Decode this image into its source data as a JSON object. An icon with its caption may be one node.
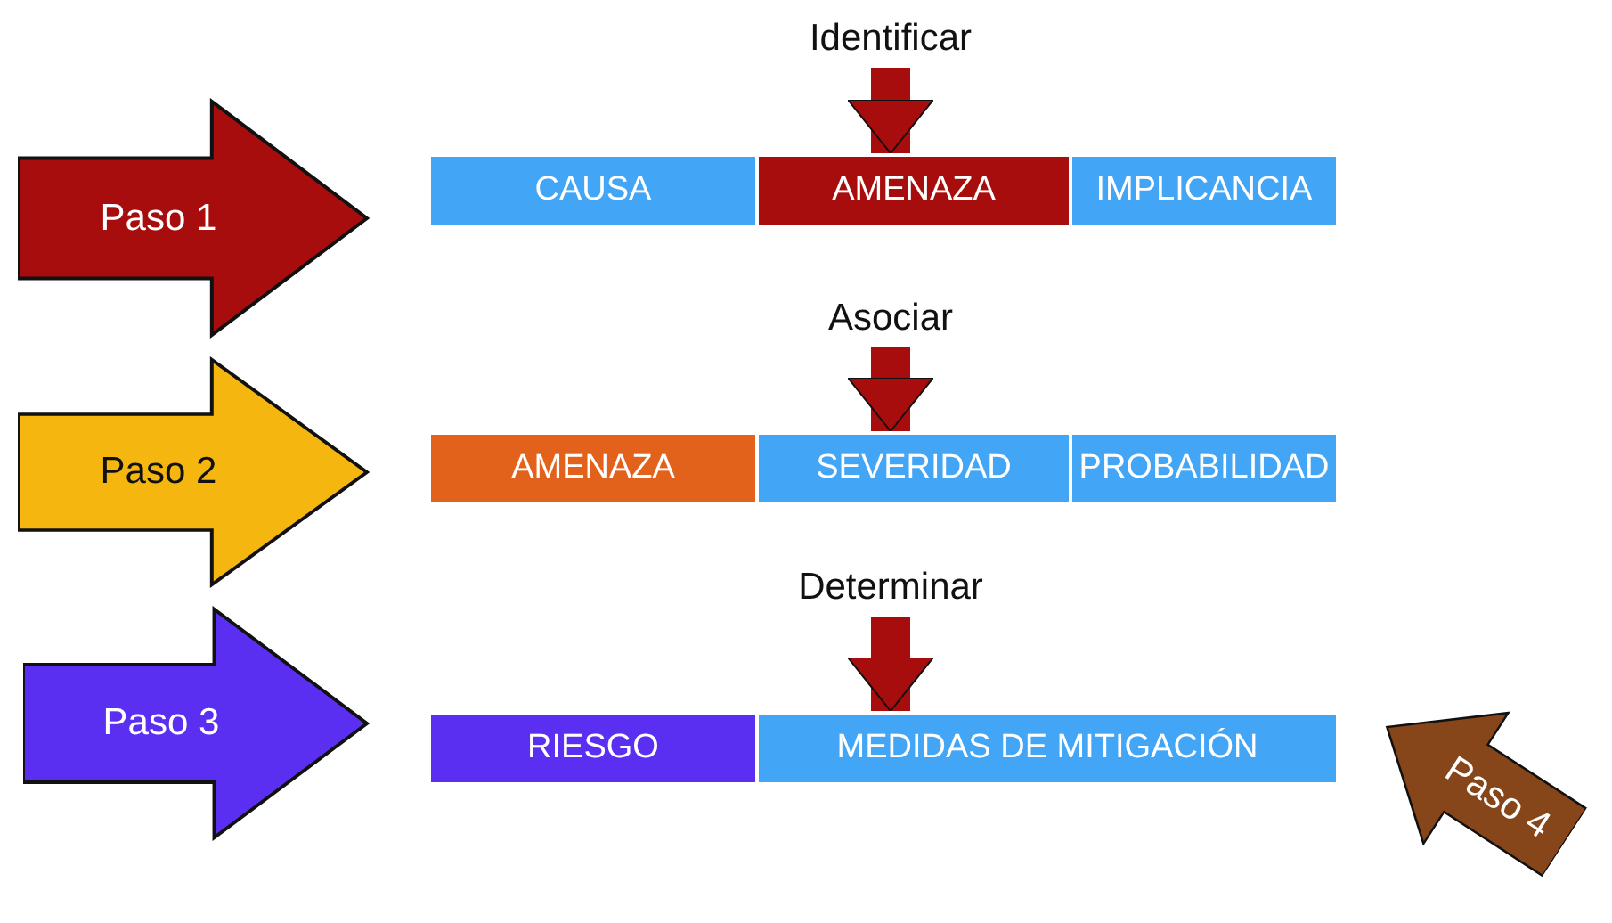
{
  "diagram": {
    "nodes": [
      {
        "text": [
          "Paso 1"
        ]
      },
      {
        "text": [
          "Identificar"
        ]
      },
      {
        "text": [
          "CAUSA"
        ]
      },
      {
        "text": [
          "AMENAZA"
        ]
      },
      {
        "text": [
          "IMPLICANCIA"
        ]
      },
      {
        "text": [
          "Paso 2"
        ]
      },
      {
        "text": [
          "Asociar"
        ]
      },
      {
        "text": [
          "AMENAZA"
        ]
      },
      {
        "text": [
          "SEVERIDAD"
        ]
      },
      {
        "text": [
          "PROBABILIDAD"
        ]
      },
      {
        "text": [
          "Paso 3"
        ]
      },
      {
        "text": [
          "Determinar"
        ]
      },
      {
        "text": [
          "RIESGO"
        ]
      },
      {
        "text": [
          "MEDIDAS DE MITIGACIÓN"
        ]
      },
      {
        "text": [
          "Paso 4"
        ]
      }
    ],
    "edges": [
      {
        "from": 1,
        "to": 3,
        "arrow": "to"
      },
      {
        "from": 6,
        "to": 8,
        "arrow": "to"
      },
      {
        "from": 11,
        "to": 13,
        "arrow": "to"
      }
    ]
  }
}
